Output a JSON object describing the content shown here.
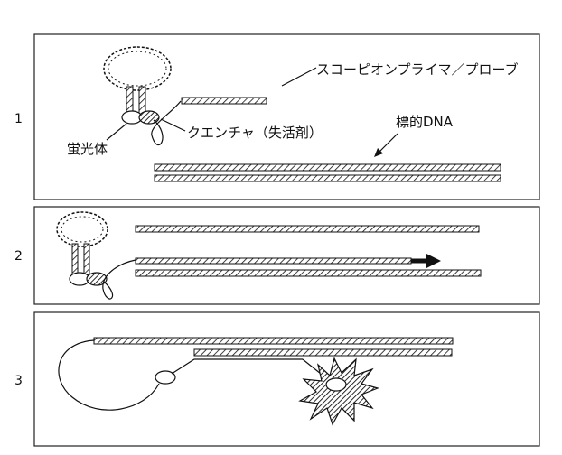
{
  "steps": [
    {
      "number": "1"
    },
    {
      "number": "2"
    },
    {
      "number": "3"
    }
  ],
  "labels": {
    "primer_probe": "スコーピオンプライマ／プローブ",
    "quencher": "クエンチャ（失活剤）",
    "fluorophore": "蛍光体",
    "target_dna": "標的DNA"
  }
}
